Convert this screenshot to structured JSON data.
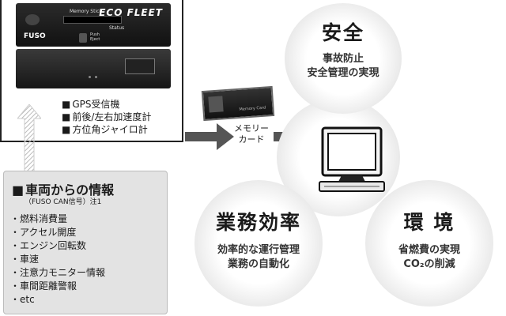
{
  "device": {
    "memory_stick_label": "Memory Stick",
    "brand": "ECO FLEET",
    "status_label": "Status",
    "fuso_label": "FUSO",
    "push_label_1": "Push",
    "push_label_2": "Eject"
  },
  "sensors": [
    "GPS受信機",
    "前後/左右加速度計",
    "方位角ジャイロ計"
  ],
  "vehicle_info": {
    "title": "車両からの情報",
    "subtitle": "（FUSO CAN信号）注1",
    "items": [
      "燃料消費量",
      "アクセル開度",
      "エンジン回転数",
      "車速",
      "注意力モニター情報",
      "車間距離警報",
      "etc"
    ]
  },
  "memory_card": {
    "line1": "メモリー",
    "line2": "カード",
    "card_print": "Memory Card"
  },
  "circles": {
    "safety": {
      "title": "安全",
      "line1": "事故防止",
      "line2": "安全管理の実現"
    },
    "efficiency": {
      "title": "業務効率",
      "line1": "効率的な運行管理",
      "line2": "業務の自動化"
    },
    "environment": {
      "title": "環 境",
      "line1": "省燃費の実現",
      "line2": "CO₂の削減"
    }
  },
  "colors": {
    "arrow": "#555555",
    "panel": "#e3e3e3",
    "circle_edge": "#cfcfcf"
  },
  "icons": [
    "computer-icon",
    "memory-card-icon",
    "recorder-device-icon",
    "up-arrow-icon",
    "right-arrow-icon"
  ]
}
